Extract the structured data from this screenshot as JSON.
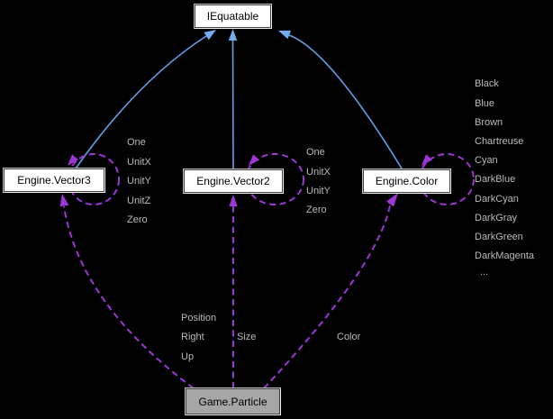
{
  "diagram": {
    "kind": "collaboration-graph"
  },
  "nodes": {
    "iequatable": {
      "label": "IEquatable"
    },
    "vector3": {
      "label": "Engine.Vector3"
    },
    "vector2": {
      "label": "Engine.Vector2"
    },
    "color": {
      "label": "Engine.Color"
    },
    "particle": {
      "label": "Game.Particle"
    }
  },
  "edge_labels": {
    "vector3_self": [
      "One",
      "UnitX",
      "UnitY",
      "UnitZ",
      "Zero"
    ],
    "vector2_self": [
      "One",
      "UnitX",
      "UnitY",
      "Zero"
    ],
    "color_self": [
      "Black",
      "Blue",
      "Brown",
      "Chartreuse",
      "Cyan",
      "DarkBlue",
      "DarkCyan",
      "DarkGray",
      "DarkGreen",
      "DarkMagenta",
      "..."
    ],
    "particle_to_vector3": [
      "Position",
      "Right",
      "Up"
    ],
    "particle_to_vector2": [
      "Size"
    ],
    "particle_to_color": [
      "Color"
    ]
  },
  "colors": {
    "background": "#000000",
    "inheritance_edge": "#62a0e6",
    "inheritance_arrowhead": "#74acf0",
    "usage_edge": "#9d36d6",
    "edge_label_text": "#bbbbbb",
    "node_fill": "#ffffff",
    "current_node_fill": "#a6a6a6",
    "node_border": "#424242",
    "node_text": "#000000"
  }
}
